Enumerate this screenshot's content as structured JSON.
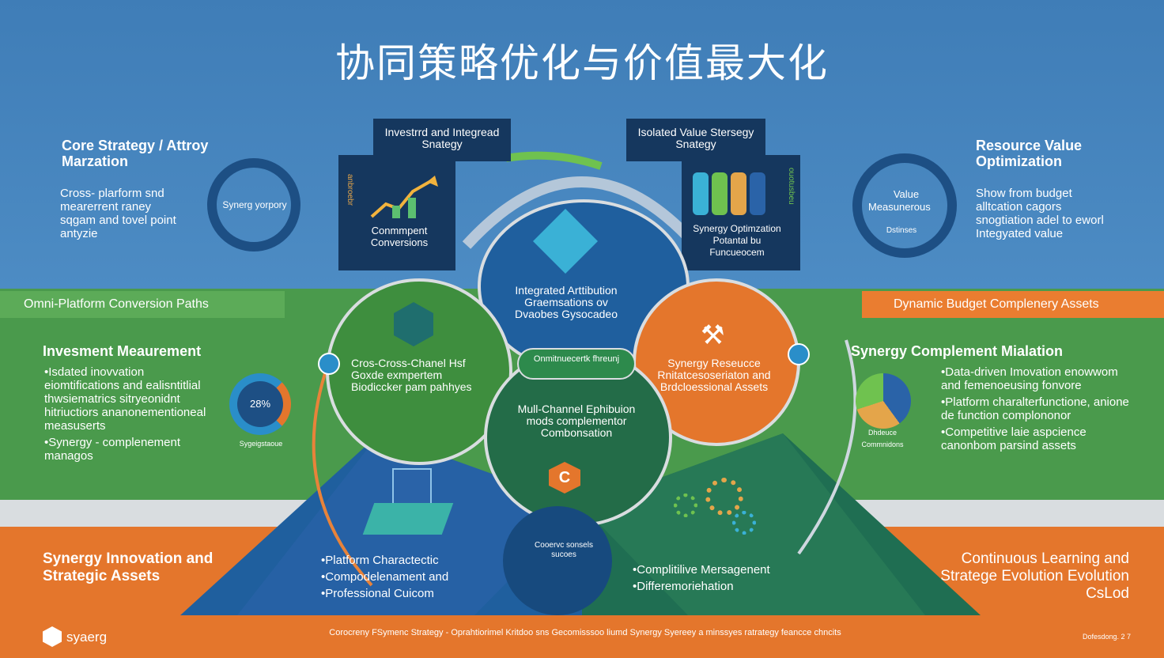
{
  "title": "协同策略优化与价值最大化",
  "top_left": {
    "heading": "Core Strategy / Attroy Marzation",
    "body": "Cross- plarform snd mearerrent raney sqgam and tovel point antyzie",
    "cycle_label": "Synerg yorpory"
  },
  "top_center_left": {
    "header": "Investrrd and Integread Snategy",
    "caption": "Conmmpent Conversions",
    "side_label": "anbroebr"
  },
  "top_center_right": {
    "header": "Isolated Value Stersegy Snategy",
    "caption": "Synergy Optimzation Potantal bu Funcueocem",
    "side_label": "ouotusbeu"
  },
  "top_right": {
    "heading": "Resource Value Optimization",
    "body": "Show from budget alltcation cagors snogtiation adel to eworl Integyated value",
    "cycle_label_1": "Value",
    "cycle_label_2": "Measunerous",
    "cycle_label_3": "Dstinses"
  },
  "ribbons": {
    "left": "Omni-Platform Conversion Paths",
    "right": "Dynamic Budget Complenery Assets"
  },
  "mid_left": {
    "heading": "Invesment Meaurement",
    "bullets": [
      "Isdated inovvation eiomtifications and ealisntitlial thwsiematrics sitryeonidnt hitriuctiors ananonementioneal measuserts",
      "Synergy - complenement managos"
    ],
    "donut_label": "28%",
    "donut_caption": "Sygeigstaoue"
  },
  "mid_right": {
    "heading": "Synergy Complement Mialation",
    "bullets": [
      "Data-driven Imovation enowwom and femenoeusing fonvore",
      "Platform charalterfunctione, anione de function complononor",
      "Competitive laie aspcience canonbom parsind assets"
    ],
    "chart_caption": "Dhdeuce Commnidons"
  },
  "center": {
    "top_circle": "Integrated Arttibution Graemsations ov Dvaobes Gysocadeo",
    "left_circle": "Cros-Cross-Chanel Hsf Goxde exmpertem Biodiccker pam pahhyes",
    "right_circle": "Synergy Reseucce Rnitatcesoseriaton and Brdcloessional Assets",
    "badge": "Onmitnuecertk fhreunj",
    "bottom_circle": "Mull-Channel Ephibuion mods complementor Combonsation",
    "bottom_icon": "C"
  },
  "pyramid_left": {
    "bullets": [
      "Platform Charactectic",
      "Compodelenament and",
      "Professional Cuicom"
    ],
    "globe_text": "Cooervc sonsels sucoes"
  },
  "pyramid_right": {
    "bullets": [
      "Complitilive Mersagenent",
      "Differemoriehation"
    ]
  },
  "bottom_left": {
    "heading": "Synergy Innovation and Strategic Assets",
    "logo": "syaerg"
  },
  "bottom_right": {
    "heading": "Continuous Learning and Stratege Evolution Evolution CsLod"
  },
  "footer": {
    "center": "Corocreny  FSymenc Strategy - Oprahtiorimel Kritdoo sns Gecomisssoo liumd Synergy Syereey a minssyes ratrategy feancce chncits",
    "right": "Dofesdong. 2 7"
  },
  "colors": {
    "blue": "#2a63a8",
    "dark_navy": "#15375e",
    "green": "#4a9a4c",
    "orange": "#e4762c"
  }
}
